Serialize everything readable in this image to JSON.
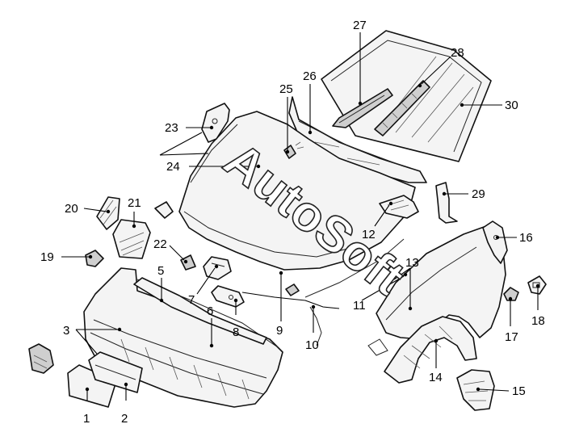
{
  "watermark": "AutoSoft",
  "callouts": [
    "1",
    "2",
    "3",
    "5",
    "6",
    "7",
    "8",
    "9",
    "10",
    "11",
    "12",
    "13",
    "14",
    "15",
    "16",
    "17",
    "18",
    "19",
    "20",
    "21",
    "22",
    "23",
    "24",
    "25",
    "26",
    "27",
    "28",
    "29",
    "30"
  ]
}
